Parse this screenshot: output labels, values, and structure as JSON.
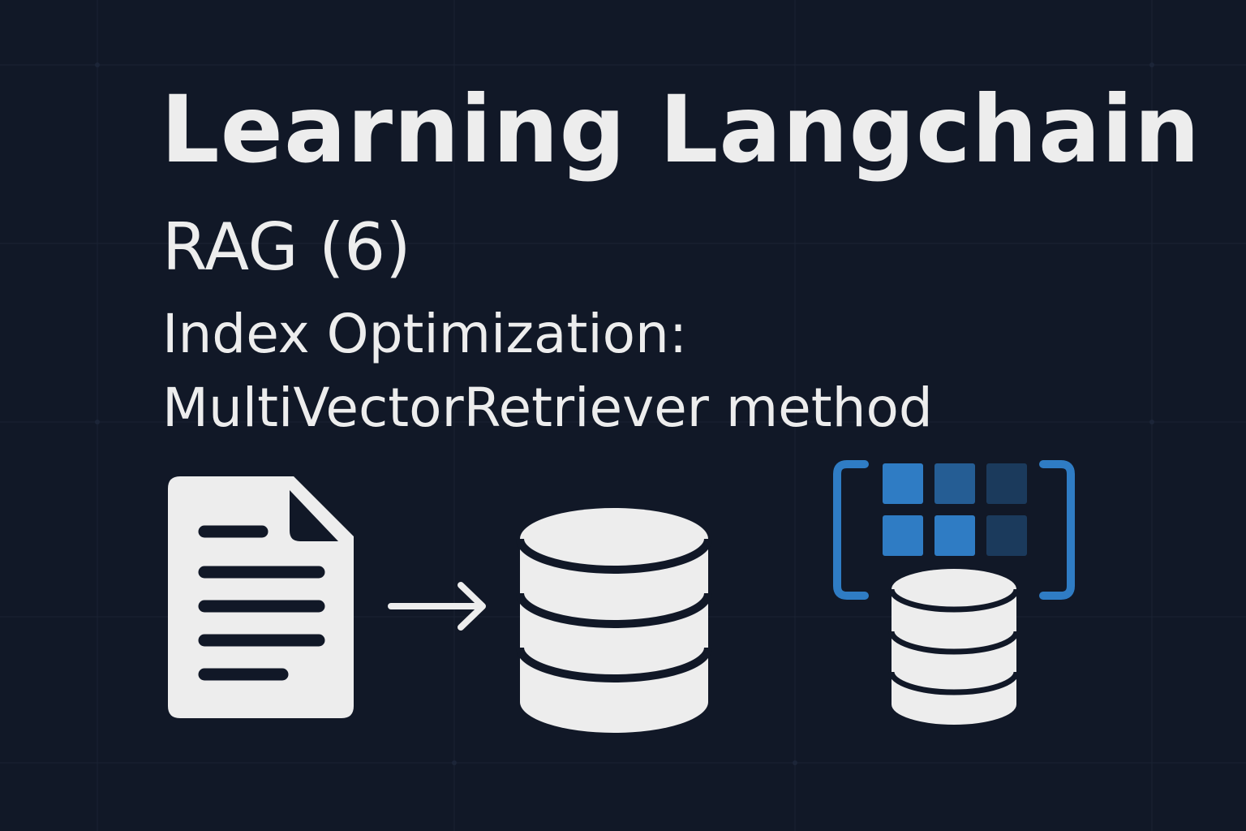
{
  "header": {
    "title": "Learning Langchain",
    "subtitle": "RAG (6)",
    "description_line1": "Index Optimization:",
    "description_line2": "MultiVectorRetriever method"
  },
  "icons": [
    {
      "name": "document-icon"
    },
    {
      "name": "arrow-right-icon"
    },
    {
      "name": "database-icon"
    },
    {
      "name": "vector-matrix-icon"
    },
    {
      "name": "database-small-icon"
    }
  ],
  "colors": {
    "background": "#111827",
    "foreground": "#ededed",
    "accent_blue": "#2f7cc4",
    "accent_blue_mid": "#255d94",
    "accent_blue_dark": "#1b3a5c"
  }
}
